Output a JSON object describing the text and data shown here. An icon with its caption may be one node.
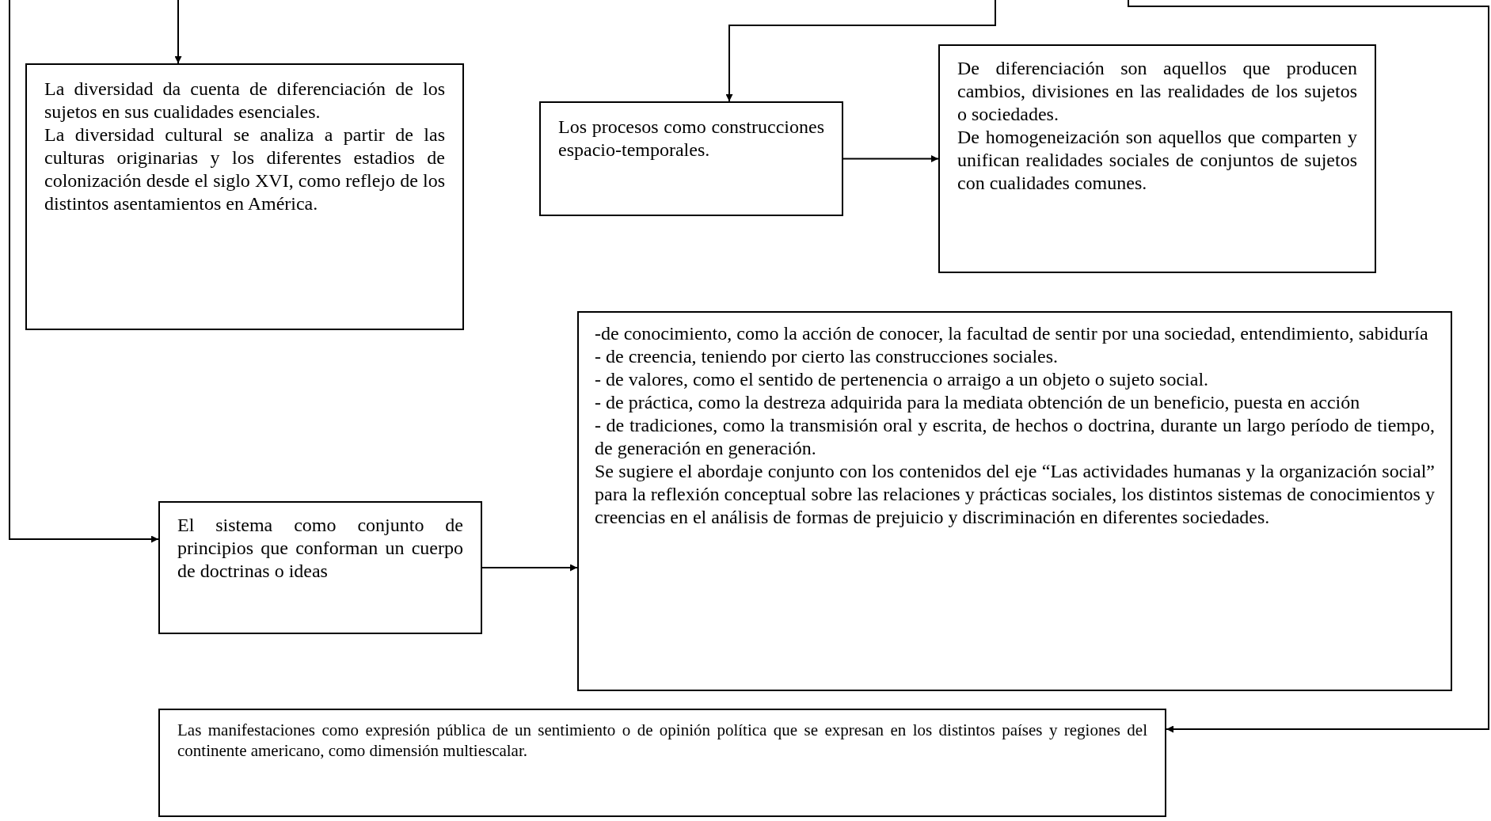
{
  "diagram": {
    "nodes": [
      {
        "text": [
          "La diversidad da cuenta de diferenciación de los sujetos en sus cualidades esenciales.",
          "La diversidad cultural se analiza a partir de las culturas originarias y los diferentes estadios de colonización desde el siglo XVI, como reflejo de los distintos asentamientos en América."
        ]
      },
      {
        "text": [
          "Los procesos como construcciones espacio-temporales."
        ]
      },
      {
        "text": [
          "De diferenciación son aquellos que producen cambios, divisiones en las realidades de los sujetos o sociedades.",
          "De homogeneización son aquellos que comparten y unifican realidades sociales de conjuntos de sujetos con cualidades comunes."
        ]
      },
      {
        "text": [
          "El sistema como conjunto de principios que conforman un cuerpo de doctrinas o ideas"
        ]
      },
      {
        "text": [
          "-de conocimiento, como la acción de conocer, la facultad de sentir por una sociedad, entendimiento, sabiduría",
          "- de creencia, teniendo por cierto las construcciones sociales.",
          "- de valores, como el sentido de pertenencia o arraigo a un objeto o sujeto social.",
          "- de práctica, como la destreza adquirida para la mediata obtención de un beneficio, puesta en acción",
          "- de tradiciones, como la transmisión oral y escrita, de hechos o doctrina, durante un largo período de tiempo, de generación en generación.",
          "Se sugiere el abordaje conjunto con los contenidos del eje “Las actividades humanas y la organización social” para la reflexión conceptual sobre las relaciones y prácticas sociales, los distintos sistemas de conocimientos y creencias en el análisis de formas de prejuicio y discriminación en diferentes sociedades."
        ]
      },
      {
        "text": [
          "Las manifestaciones como expresión pública de un sentimiento o de opinión política que se expresan en los distintos países y regiones del continente americano, como dimensión multiescalar."
        ]
      }
    ],
    "edges": [
      {
        "from": null,
        "to": 0,
        "arrow": "to"
      },
      {
        "from": null,
        "to": 3,
        "arrow": "to"
      },
      {
        "from": null,
        "to": 1,
        "arrow": "to"
      },
      {
        "from": 1,
        "to": 2,
        "arrow": "to"
      },
      {
        "from": 3,
        "to": 4,
        "arrow": "to"
      },
      {
        "from": null,
        "to": 5,
        "arrow": "to"
      }
    ]
  }
}
